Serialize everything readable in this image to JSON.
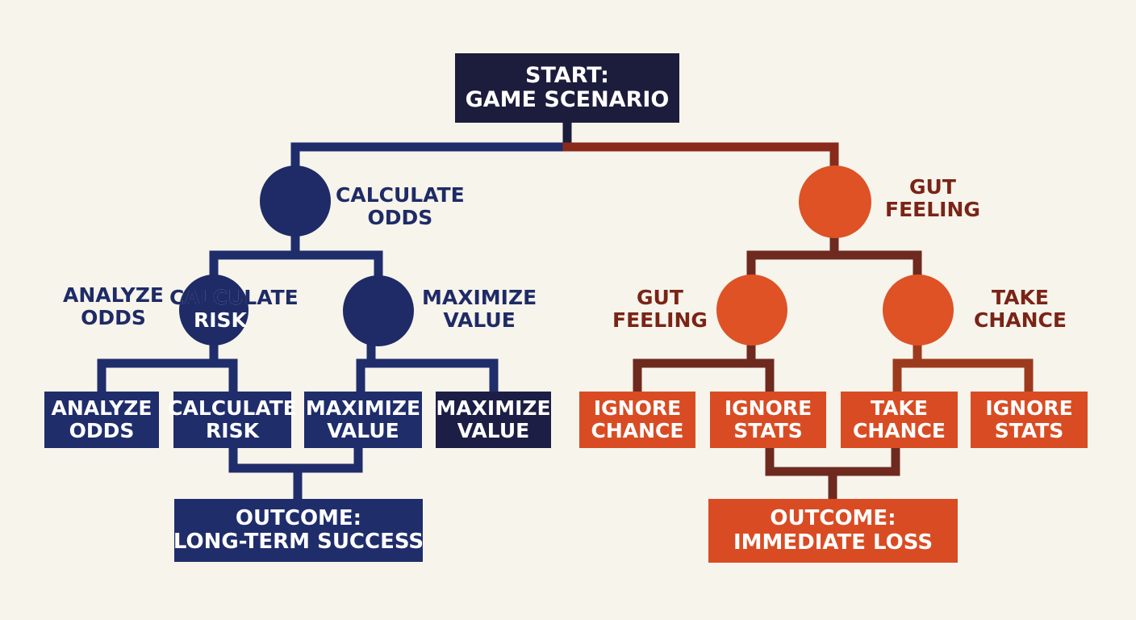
{
  "start": {
    "line1": "START:",
    "line2": "GAME SCENARIO"
  },
  "left": {
    "branch_label": {
      "line1": "CALCULATE",
      "line2": "ODDS"
    },
    "sub_a_outer_label": {
      "line1": "ANALYZE",
      "line2": "ODDS"
    },
    "sub_a_label": {
      "line1": "CALCULATE",
      "line2": "RISK"
    },
    "sub_b_label": {
      "line1": "MAXIMIZE",
      "line2": "VALUE"
    },
    "leaves": [
      {
        "line1": "ANALYZE",
        "line2": "ODDS"
      },
      {
        "line1": "CALCULATE",
        "line2": "RISK"
      },
      {
        "line1": "MAXIMIZE",
        "line2": "VALUE"
      },
      {
        "line1": "MAXIMIZE",
        "line2": "VALUE"
      }
    ],
    "outcome": {
      "line1": "OUTCOME:",
      "line2": "LONG-TERM SUCCESS"
    }
  },
  "right": {
    "branch_label": {
      "line1": "GUT",
      "line2": "FEELING"
    },
    "sub_a_label": {
      "line1": "GUT",
      "line2": "FEELING"
    },
    "sub_b_label": {
      "line1": "TAKE",
      "line2": "CHANCE"
    },
    "leaves": [
      {
        "line1": "IGNORE",
        "line2": "CHANCE"
      },
      {
        "line1": "IGNORE",
        "line2": "STATS"
      },
      {
        "line1": "TAKE",
        "line2": "CHANCE"
      },
      {
        "line1": "IGNORE",
        "line2": "STATS"
      }
    ],
    "outcome": {
      "line1": "OUTCOME:",
      "line2": "IMMEDIATE LOSS"
    }
  },
  "colors": {
    "navy": "#1f2d6b",
    "orange": "#d94c23",
    "maroon": "#7a2416",
    "background": "#f7f4ec"
  }
}
